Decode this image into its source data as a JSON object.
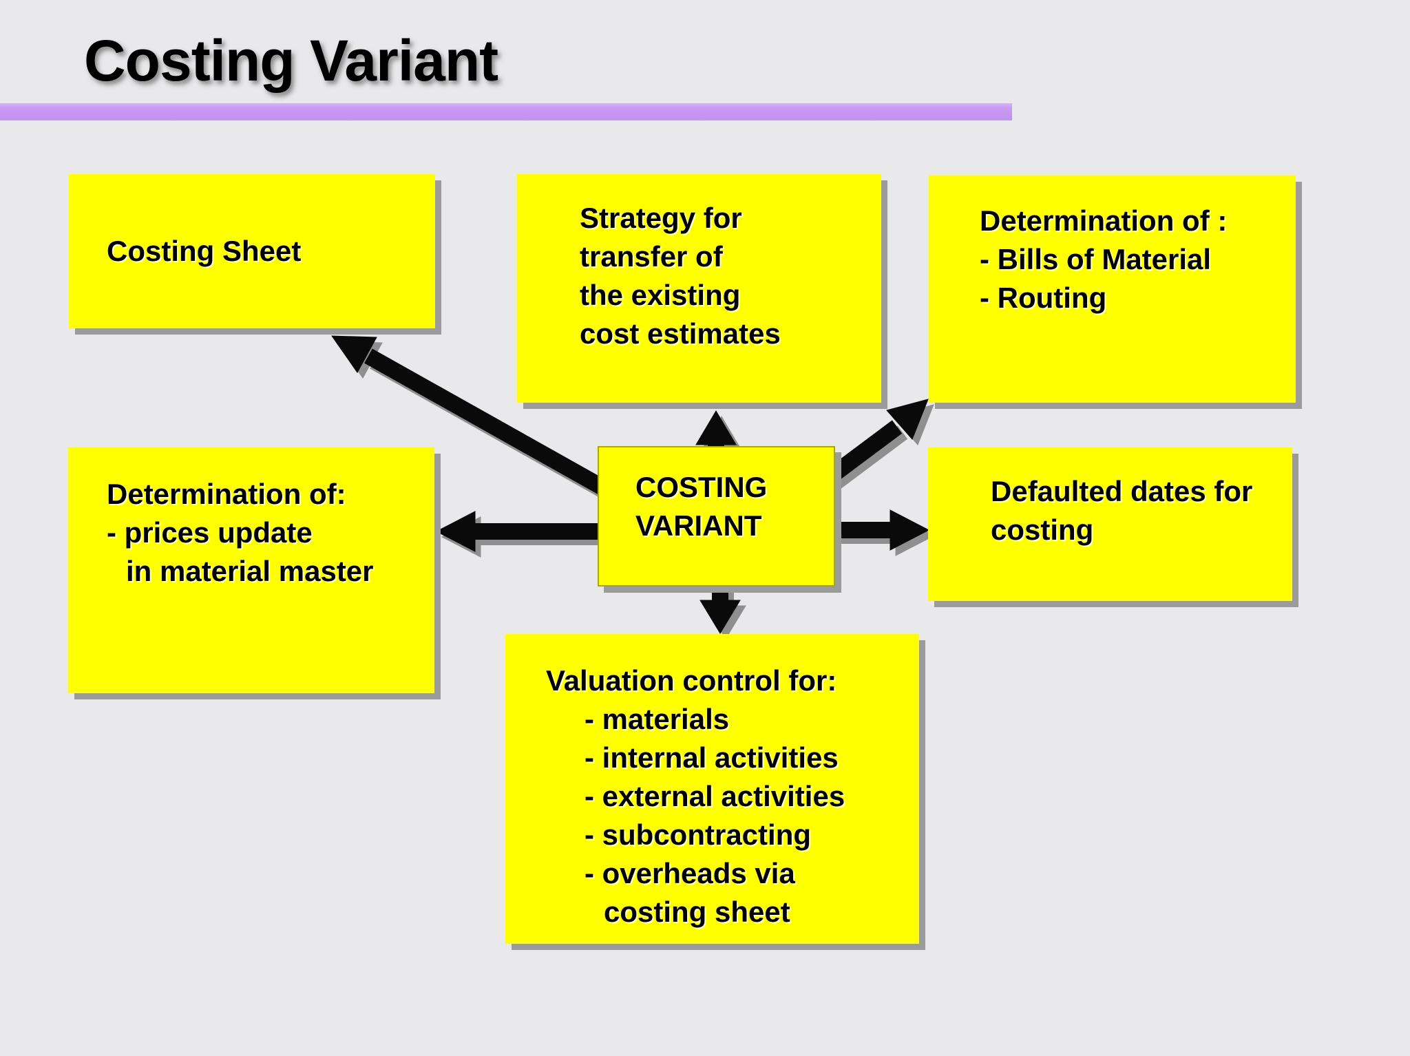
{
  "slide": {
    "title": "Costing Variant",
    "colors": {
      "background": "#e9e8ea",
      "accent_bar": "#c89af3",
      "box_fill": "#ffff00",
      "box_shadow": "#9b9b9b",
      "arrow": "#0a0a0a",
      "arrow_shadow": "#8f8f8f",
      "text": "#000000"
    }
  },
  "diagram": {
    "center": {
      "lines": [
        "COSTING",
        "VARIANT"
      ]
    },
    "costing_sheet": {
      "lines": [
        "Costing Sheet"
      ]
    },
    "strategy": {
      "lines": [
        "Strategy for",
        "transfer of",
        "the existing",
        "cost estimates"
      ]
    },
    "determination_bom": {
      "lines": [
        "Determination of :",
        "- Bills of Material",
        "- Routing"
      ]
    },
    "determination_prices": {
      "lines": [
        "Determination of:",
        "- prices update",
        "in material master"
      ]
    },
    "defaulted_dates": {
      "lines": [
        "Defaulted dates for",
        "costing"
      ]
    },
    "valuation_control": {
      "lines": [
        "Valuation control for:",
        "- materials",
        "- internal activities",
        "- external activities",
        "- subcontracting",
        "- overheads via",
        "costing sheet"
      ]
    },
    "arrow_icons": [
      "up-arrow-icon",
      "down-arrow-icon",
      "left-arrow-icon",
      "right-arrow-icon",
      "diagonal-up-left-arrow-icon",
      "diagonal-up-right-arrow-icon"
    ]
  }
}
